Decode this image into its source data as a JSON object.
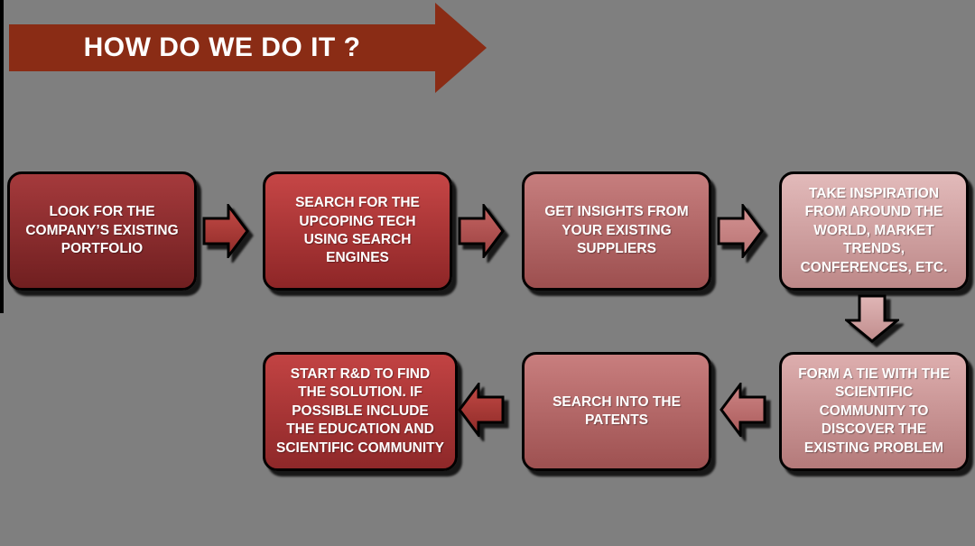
{
  "slide": {
    "title": "HOW DO WE DO IT ?",
    "background_color": "#7f7f7f",
    "edge_strip_color": "#000000",
    "title_arrow_color": "#8a2c15",
    "text_color": "#ffffff"
  },
  "flow": {
    "boxes": [
      {
        "label": "LOOK FOR THE COMPANY’S EXISTING PORTFOLIO",
        "top": "#a53a3c",
        "bottom": "#701f20"
      },
      {
        "label": "SEARCH FOR THE UPCOPING TECH USING SEARCH ENGINES",
        "top": "#c64646",
        "bottom": "#8e2627"
      },
      {
        "label": "GET INSIGHTS FROM YOUR EXISTING SUPPLIERS",
        "top": "#c67e7e",
        "bottom": "#9d4f4f"
      },
      {
        "label": "TAKE INSPIRATION FROM AROUND THE WORLD, MARKET TRENDS, CONFERENCES, ETC.",
        "top": "#e2baba",
        "bottom": "#bd8888"
      },
      {
        "label": "FORM A TIE WITH THE SCIENTIFIC COMMUNITY TO DISCOVER THE EXISTING PROBLEM",
        "top": "#ddaeae",
        "bottom": "#b47a7a"
      },
      {
        "label": "SEARCH INTO THE PATENTS",
        "top": "#c87e7e",
        "bottom": "#9e5151"
      },
      {
        "label": "START R&D TO FIND THE SOLUTION. IF POSSIBLE INCLUDE THE EDUCATION AND SCIENTIFIC COMMUNITY",
        "top": "#c24343",
        "bottom": "#8e2829"
      }
    ],
    "arrows": [
      {
        "name": "arrow-box1-to-box2",
        "direction": "right",
        "top": "#c44a46",
        "bottom": "#8e2b28"
      },
      {
        "name": "arrow-box2-to-box3",
        "direction": "right",
        "top": "#c36361",
        "bottom": "#9c4242"
      },
      {
        "name": "arrow-box3-to-box4",
        "direction": "right",
        "top": "#d39292",
        "bottom": "#b97474"
      },
      {
        "name": "arrow-box4-to-box5",
        "direction": "down",
        "top": "#e0b6b6",
        "bottom": "#c08c8c"
      },
      {
        "name": "arrow-box5-to-box6",
        "direction": "left",
        "top": "#cd8585",
        "bottom": "#aa5a5a"
      },
      {
        "name": "arrow-box6-to-box7",
        "direction": "left",
        "top": "#c24945",
        "bottom": "#8d2a27"
      }
    ]
  }
}
